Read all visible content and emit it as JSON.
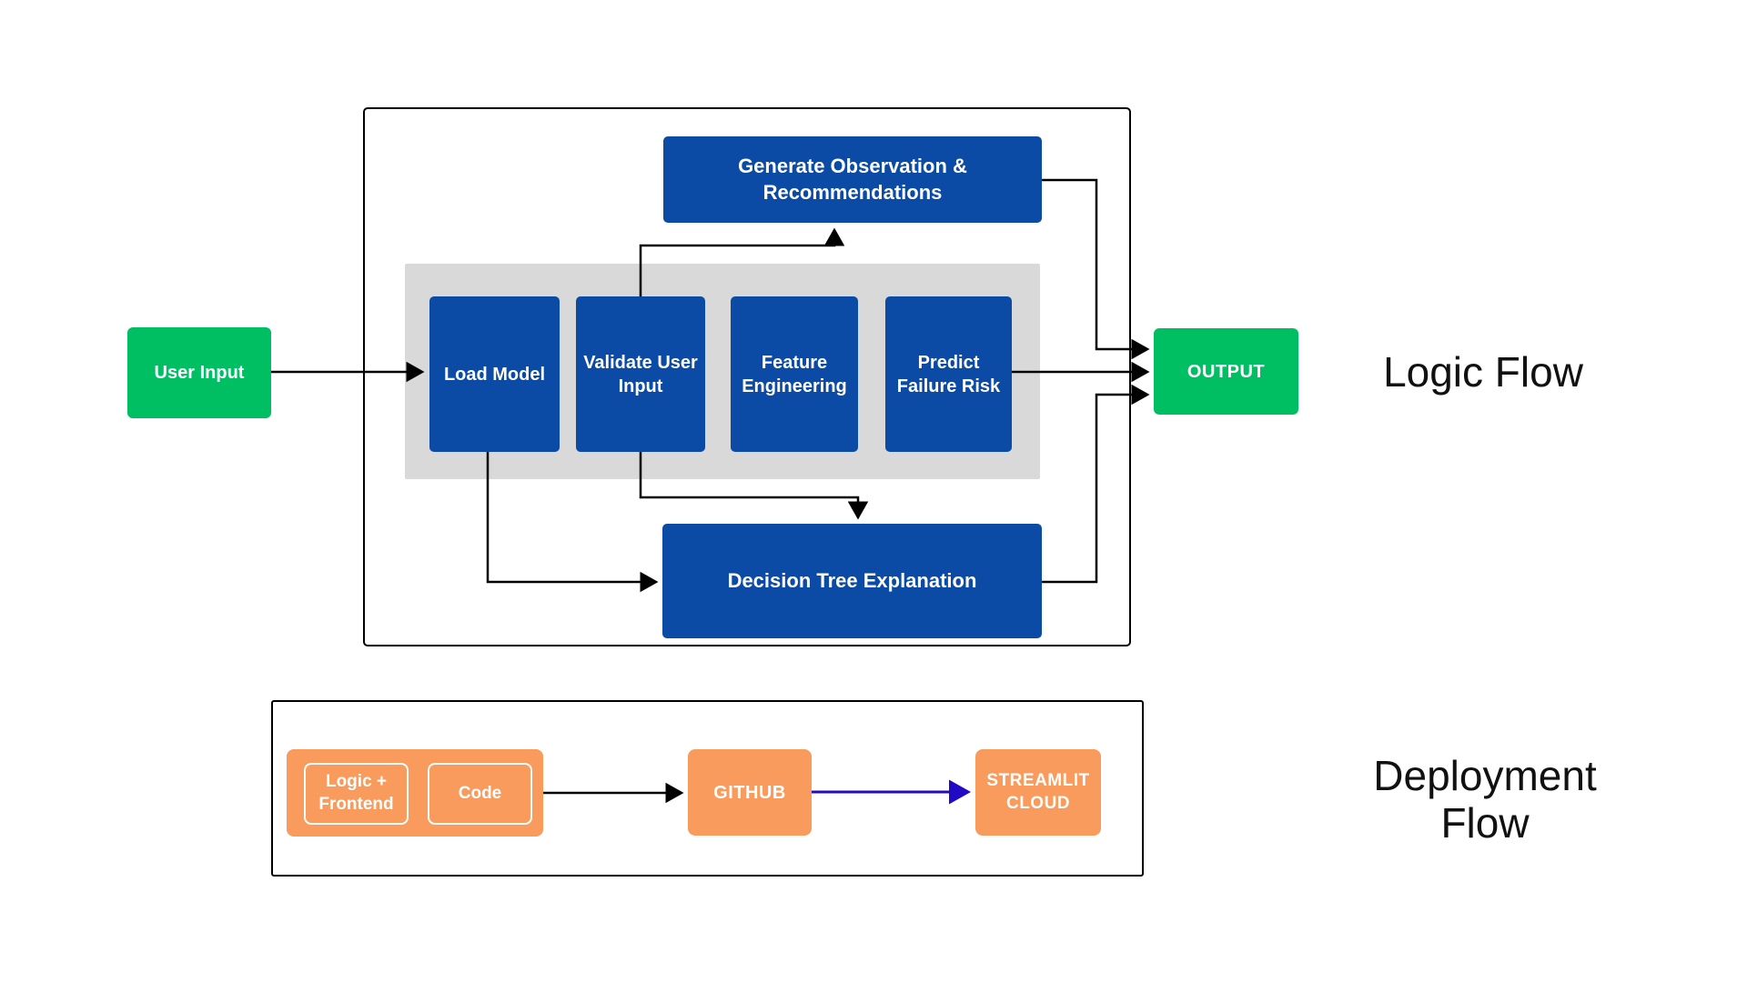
{
  "colors": {
    "box_blue": "#0B4AA5",
    "box_green": "#00BF63",
    "box_orange": "#F89B5C",
    "gray_panel": "#D9D9D9",
    "arrow_black": "#000000",
    "arrow_navy": "#2209C3"
  },
  "logic_flow": {
    "section_label": "Logic Flow",
    "input_node": "User Input",
    "output_node": "OUTPUT",
    "top_node": "Generate Observation & Recommendations",
    "bottom_node": "Decision Tree Explanation",
    "pipeline_steps": [
      "Load Model",
      "Validate User Input",
      "Feature Engineering",
      "Predict Failure Risk"
    ]
  },
  "deployment_flow": {
    "section_label": "Deployment Flow",
    "source_group": {
      "item1": "Logic + Frontend",
      "item2": "Code"
    },
    "github_node": "GITHUB",
    "streamlit_node": "STREAMLIT CLOUD"
  }
}
